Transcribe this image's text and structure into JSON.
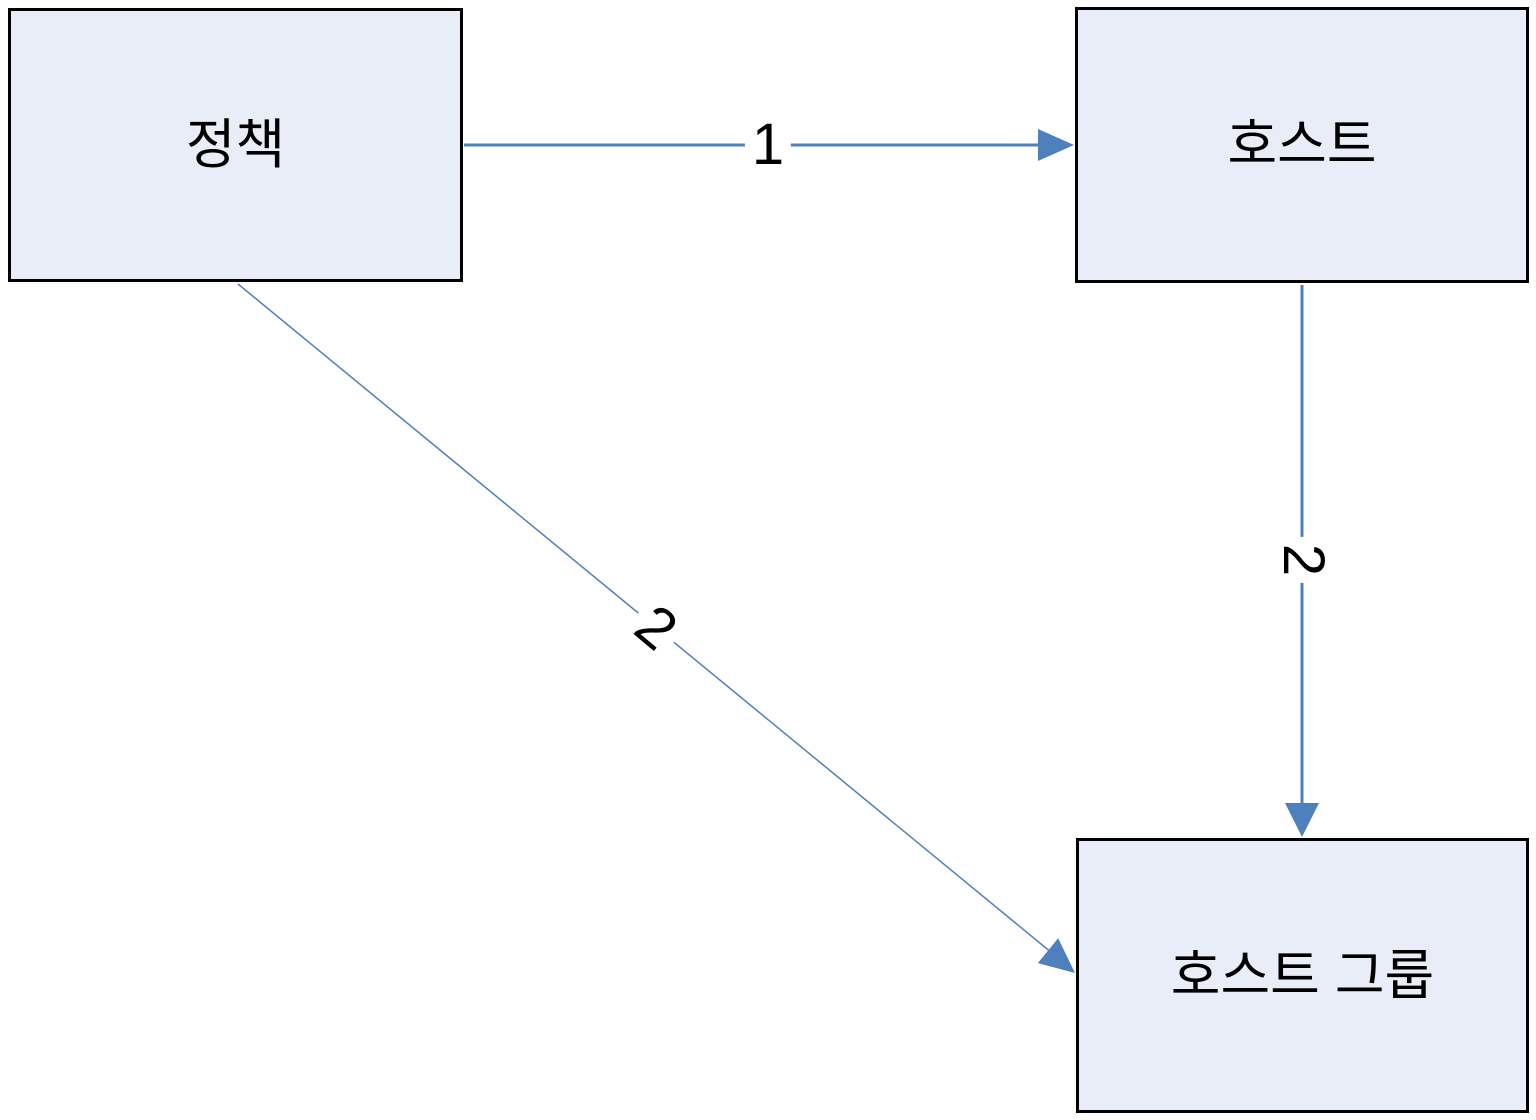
{
  "diagram": {
    "colors": {
      "canvas_bg": "#ffffff",
      "node_fill": "#e8edf7",
      "node_border": "#000000",
      "connector_color": "#4e80bd",
      "label_color": "#000000"
    },
    "nodes": [
      {
        "id": "policy",
        "label": "정책"
      },
      {
        "id": "host",
        "label": "호스트"
      },
      {
        "id": "host-group",
        "label": "호스트 그룹"
      }
    ],
    "connectors": [
      {
        "from": "policy",
        "to": "host",
        "label": "1",
        "style": "solid",
        "direction": "horizontal"
      },
      {
        "from": "host",
        "to": "host-group",
        "label": "2",
        "style": "solid",
        "direction": "vertical"
      },
      {
        "from": "policy",
        "to": "host-group",
        "label": "2",
        "style": "thin",
        "direction": "diagonal"
      }
    ]
  }
}
